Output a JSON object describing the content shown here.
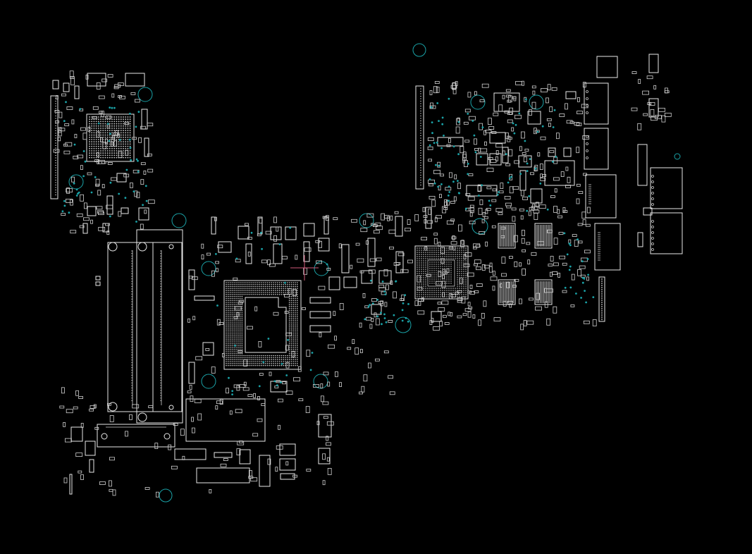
{
  "viewer": {
    "background": "#000000",
    "outline_color": "#e8e8e8",
    "hole_color": "#1aa3a8",
    "cursor_color": "#d05a7a"
  },
  "board": {
    "layer": "top",
    "mounting_holes": 16,
    "bga_packages": 3
  }
}
